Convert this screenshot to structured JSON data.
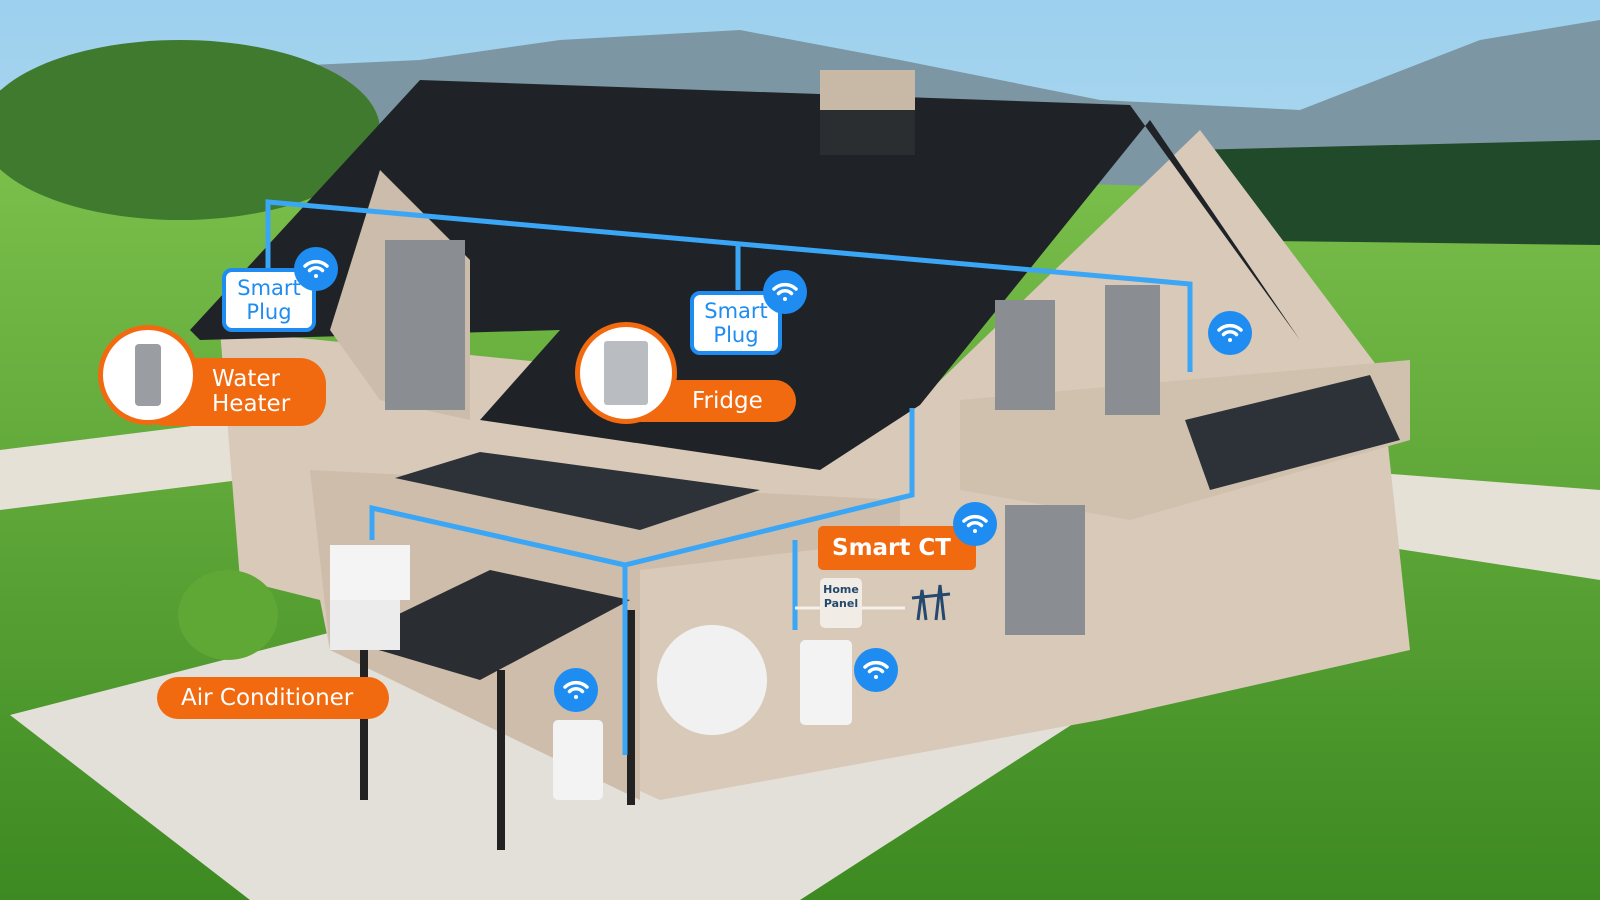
{
  "labels": {
    "smart_plug_1": [
      "Smart",
      "Plug"
    ],
    "smart_plug_2": [
      "Smart",
      "Plug"
    ],
    "water_heater": [
      "Water",
      "Heater"
    ],
    "fridge": "Fridge",
    "smart_ct": "Smart CT",
    "home_panel": [
      "Home",
      "Panel"
    ],
    "air_conditioner": "Air Conditioner"
  },
  "colors": {
    "accent_orange": "#f26a10",
    "wifi_blue": "#1e8cf0",
    "roof": "#1f2327",
    "wall": "#d8c9b8",
    "grass": "#4e9a2c"
  }
}
